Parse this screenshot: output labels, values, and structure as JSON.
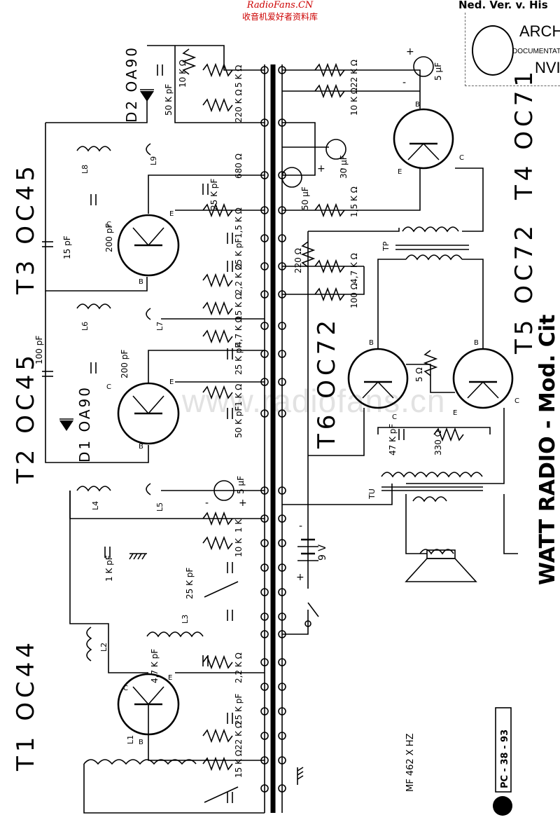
{
  "site_header": {
    "name": "RadioFans.CN",
    "subtitle": "收音机爱好者资料库"
  },
  "header_right": "Ned. Ver. v. His",
  "stamp": {
    "line1": "ARCH",
    "line2": "DOCUMENTAT",
    "line3": "NVI"
  },
  "watermark": "www.radiofans.cn",
  "title": "WATT RADIO - Mod. Cit",
  "transistors": {
    "t1": "T1 OC44",
    "t2": "T2 OC45",
    "t3": "T3 OC45",
    "t4": "T4 OC71",
    "t5": "T5 OC72",
    "t6": "T6 OC72"
  },
  "diodes": {
    "d1": "D1 OA90",
    "d2": "D2 OA90"
  },
  "transistor_pins": {
    "b": "B",
    "c": "C",
    "e": "E"
  },
  "coils": [
    "L1",
    "L2",
    "L3",
    "L4",
    "L5",
    "L6",
    "L7",
    "L8",
    "L9"
  ],
  "transformers": {
    "driver": "TP",
    "output": "TU"
  },
  "component_labels": {
    "r_10k_top": "10 K Ω",
    "r_5k": "5 K Ω",
    "c_50kpf_top": "50 K pF",
    "r_220k": "220 K Ω",
    "r_22k_top": "22 K Ω",
    "r_10k_t4": "10 K Ω",
    "c_5uf_top": "5 µF",
    "r_680": "680 Ω",
    "c_25kpf_a": "25 K pF",
    "c_30uf": "30 µF",
    "c_50uf": "50 µF",
    "r_1_5k_a": "1,5 K Ω",
    "r_1_5k_b": "1,5 K Ω",
    "c_200pf_a": "200 pF",
    "c_15pf": "15 pF",
    "c_25kpf_b": "25 K pF",
    "r_2_2k_a": "2,2 K Ω",
    "r_220": "220 Ω",
    "r_4_7k_a": "4,7 K Ω",
    "r_15k_a": "15 K Ω",
    "r_100": "100 Ω",
    "r_4_7k_b": "4,7 K Ω",
    "c_100pf": "100 pF",
    "c_200pf_b": "200 pF",
    "c_25kpf_c": "25 K pF",
    "r_5": "5 Ω",
    "r_1k_mid": "1 K Ω",
    "c_50kpf_mid": "50 K pF",
    "c_47kpf": "47 K pF",
    "r_330": "330 Ω",
    "c_5uf_mid": "5 µF",
    "r_1k": "1 K",
    "r_10k_bot": "10 K",
    "c_25kpf_d": "25 K pF",
    "c_1kpf": "1 K pF",
    "c_4_7kpf": "4,7 K pF",
    "r_2_2k_b": "2,2 K Ω",
    "c_25kpf_e": "25 K pF",
    "r_22k_bot": "22 K Ω",
    "r_15k_b": "15 K Ω",
    "battery": "9 V",
    "plus": "+",
    "minus": "-"
  },
  "footer_code": "MF 462 X HZ",
  "footer_ref": "PC - 38 - 93"
}
